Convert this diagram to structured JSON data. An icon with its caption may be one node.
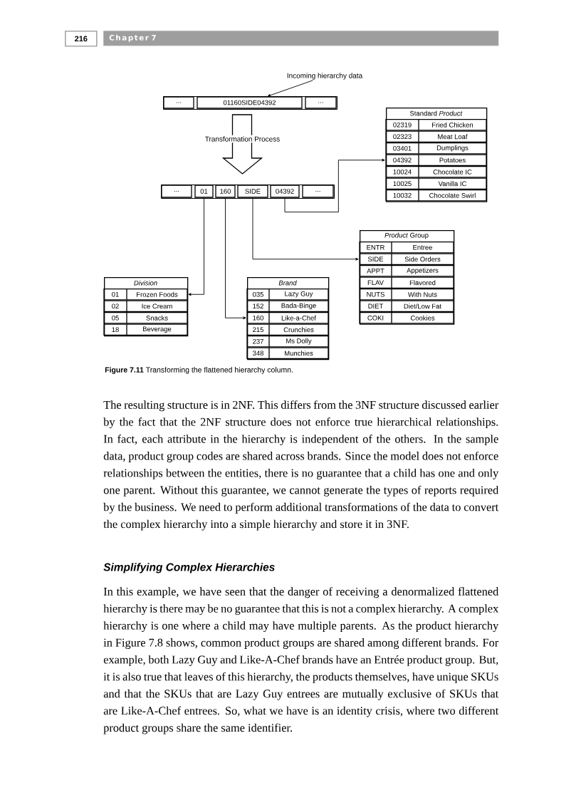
{
  "diagram": {
    "caption": "**Figure 7.11** Transforming the flattened hierarchy column.",
    "nodes": [
      {
        "text": [
          "Incoming hierarchy data"
        ]
      },
      {
        "text": [],
        "shape": "box"
      },
      {
        "text": [
          "..."
        ],
        "in": 1
      },
      {
        "text": [
          "01160SIDE04392"
        ],
        "in": 1
      },
      {
        "text": [
          "..."
        ],
        "in": 1
      },
      {
        "text": [],
        "shape": "box"
      },
      {
        "text": [
          "..."
        ],
        "in": 5
      },
      {
        "text": [
          "01"
        ],
        "in": 5
      },
      {
        "text": [
          "160"
        ],
        "in": 5
      },
      {
        "text": [
          "SIDE"
        ],
        "in": 5
      },
      {
        "text": [
          "04392"
        ],
        "in": 5
      },
      {
        "text": [
          "..."
        ],
        "in": 5
      },
      {
        "text": [
          "Standard *Product*"
        ]
      },
      {
        "text": [
          "02319",
          "Fried Chicken"
        ],
        "in": 12
      },
      {
        "text": [
          "02323",
          "Meat Loaf"
        ],
        "in": 12
      },
      {
        "text": [
          "03401",
          "Dumplings"
        ],
        "in": 12
      },
      {
        "text": [
          "04392",
          "Potatoes"
        ],
        "in": 12
      },
      {
        "text": [
          "10024",
          "Chocolate IC"
        ],
        "in": 12
      },
      {
        "text": [
          "10025",
          "Vanilla IC"
        ],
        "in": 12
      },
      {
        "text": [
          "10032",
          "Chocolate Swirl"
        ],
        "in": 12
      },
      {
        "text": [
          "*Product* Group"
        ]
      },
      {
        "text": [
          "ENTR",
          "Entree"
        ],
        "in": 20
      },
      {
        "text": [
          "SIDE",
          "Side Orders"
        ],
        "in": 20
      },
      {
        "text": [
          "APPT",
          "Appetizers"
        ],
        "in": 20
      },
      {
        "text": [
          "FLAV",
          "Flavored"
        ],
        "in": 20
      },
      {
        "text": [
          "NUTS",
          "With Nuts"
        ],
        "in": 20
      },
      {
        "text": [
          "DIET",
          "Diet/Low Fat"
        ],
        "in": 20
      },
      {
        "text": [
          "COKI",
          "Cookies"
        ],
        "in": 20
      },
      {
        "text": [
          "Division"
        ]
      },
      {
        "text": [
          "01",
          "Frozen Foods"
        ],
        "in": 28
      },
      {
        "text": [
          "02",
          "Ice Cream"
        ],
        "in": 28
      },
      {
        "text": [
          "05",
          "Snacks"
        ],
        "in": 28
      },
      {
        "text": [
          "18",
          "Beverage"
        ],
        "in": 28
      },
      {
        "text": [
          "Brand"
        ]
      },
      {
        "text": [
          "035",
          "Lazy Guy"
        ],
        "in": 33
      },
      {
        "text": [
          "152",
          "Bada-Binge"
        ],
        "in": 33
      },
      {
        "text": [
          "160",
          "Like-a-Chef"
        ],
        "in": 33
      },
      {
        "text": [
          "215",
          "Crunchies"
        ],
        "in": 33
      },
      {
        "text": [
          "237",
          "Ms Dolly"
        ],
        "in": 33
      },
      {
        "text": [
          "348",
          "Munchies"
        ],
        "in": 33
      }
    ],
    "edges": [
      {
        "from": 0,
        "to": 3,
        "arrow": "to"
      },
      {
        "from": 1,
        "to": 5,
        "arrow": "to",
        "label": "Transformation Process",
        "style": "thick"
      },
      {
        "from": 7,
        "to": 29,
        "arrow": "to"
      },
      {
        "from": 8,
        "to": 36,
        "arrow": "to"
      },
      {
        "from": 9,
        "to": 22,
        "arrow": "to"
      },
      {
        "from": 10,
        "to": 16,
        "arrow": "to"
      }
    ],
    "labels": [
      "216",
      "Chapter 7",
      "The resulting structure is in 2NF. This differs from the 3NF structure discussed earlier by the fact that the 2NF structure does not enforce true hierarchical relationships. In fact, each attribute in the hierarchy is independent of the others. In the sample data, product group codes are shared across brands. Since the model does not enforce relationships between the entities, there is no guarantee that a child has one and only one parent. Without this guarantee, we cannot generate the types of reports required by the business. We need to perform additional transformations of the data to convert the complex hierarchy into a simple hierarchy and store it in 3NF.",
      "Simplifying Complex Hierarchies",
      "In this example, we have seen that the danger of receiving a denormalized flattened hierarchy is there may be no guarantee that this is not a complex hierarchy. A complex hierarchy is one where a child may have multiple parents. As the product hierarchy in Figure 7.8 shows, common product groups are shared among different brands. For example, both Lazy Guy and Like-A-Chef brands have an Entrée product group. But, it is also true that leaves of this hierarchy, the products themselves, have unique SKUs and that the SKUs that are Lazy Guy entrees are mutually exclusive of SKUs that are Like-A-Chef entrees. So, what we have is an identity crisis, where two different product groups share the same identifier."
    ]
  }
}
